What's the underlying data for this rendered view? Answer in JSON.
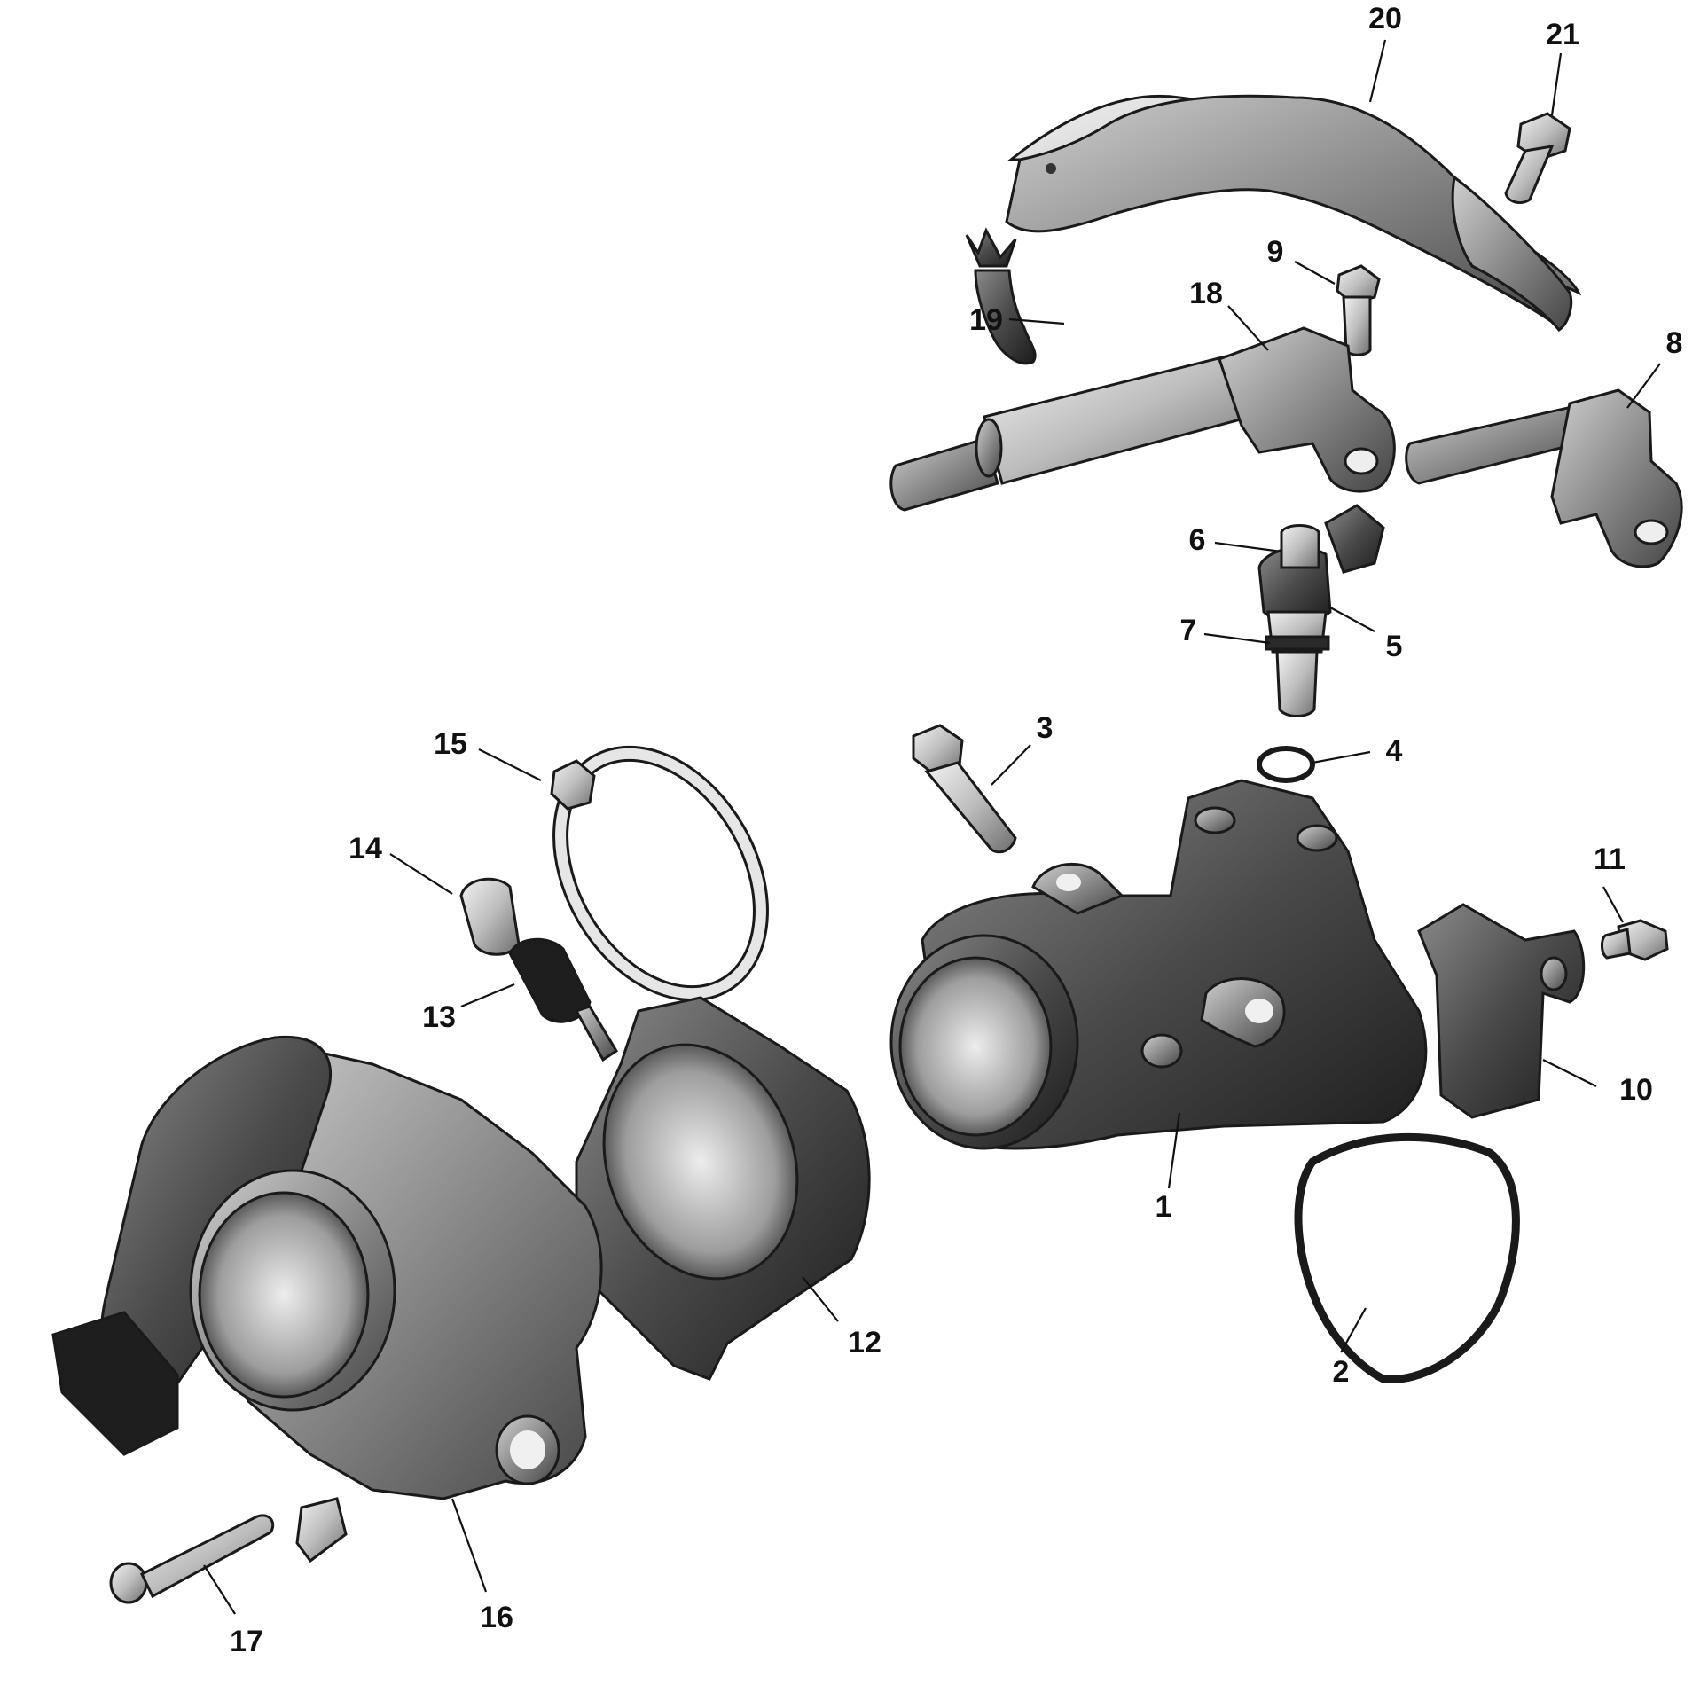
{
  "callouts": {
    "c1": "1",
    "c2": "2",
    "c3": "3",
    "c4": "4",
    "c5": "5",
    "c6": "6",
    "c7": "7",
    "c8": "8",
    "c9": "9",
    "c10": "10",
    "c11": "11",
    "c12": "12",
    "c13": "13",
    "c14": "14",
    "c15": "15",
    "c16": "16",
    "c17": "17",
    "c18": "18",
    "c19": "19",
    "c20": "20",
    "c21": "21"
  },
  "colors": {
    "part_light": "#d9d9d9",
    "part_mid": "#9a9a9a",
    "part_dark": "#4a4a4a",
    "part_black": "#1e1e1e",
    "ink": "#111111"
  }
}
